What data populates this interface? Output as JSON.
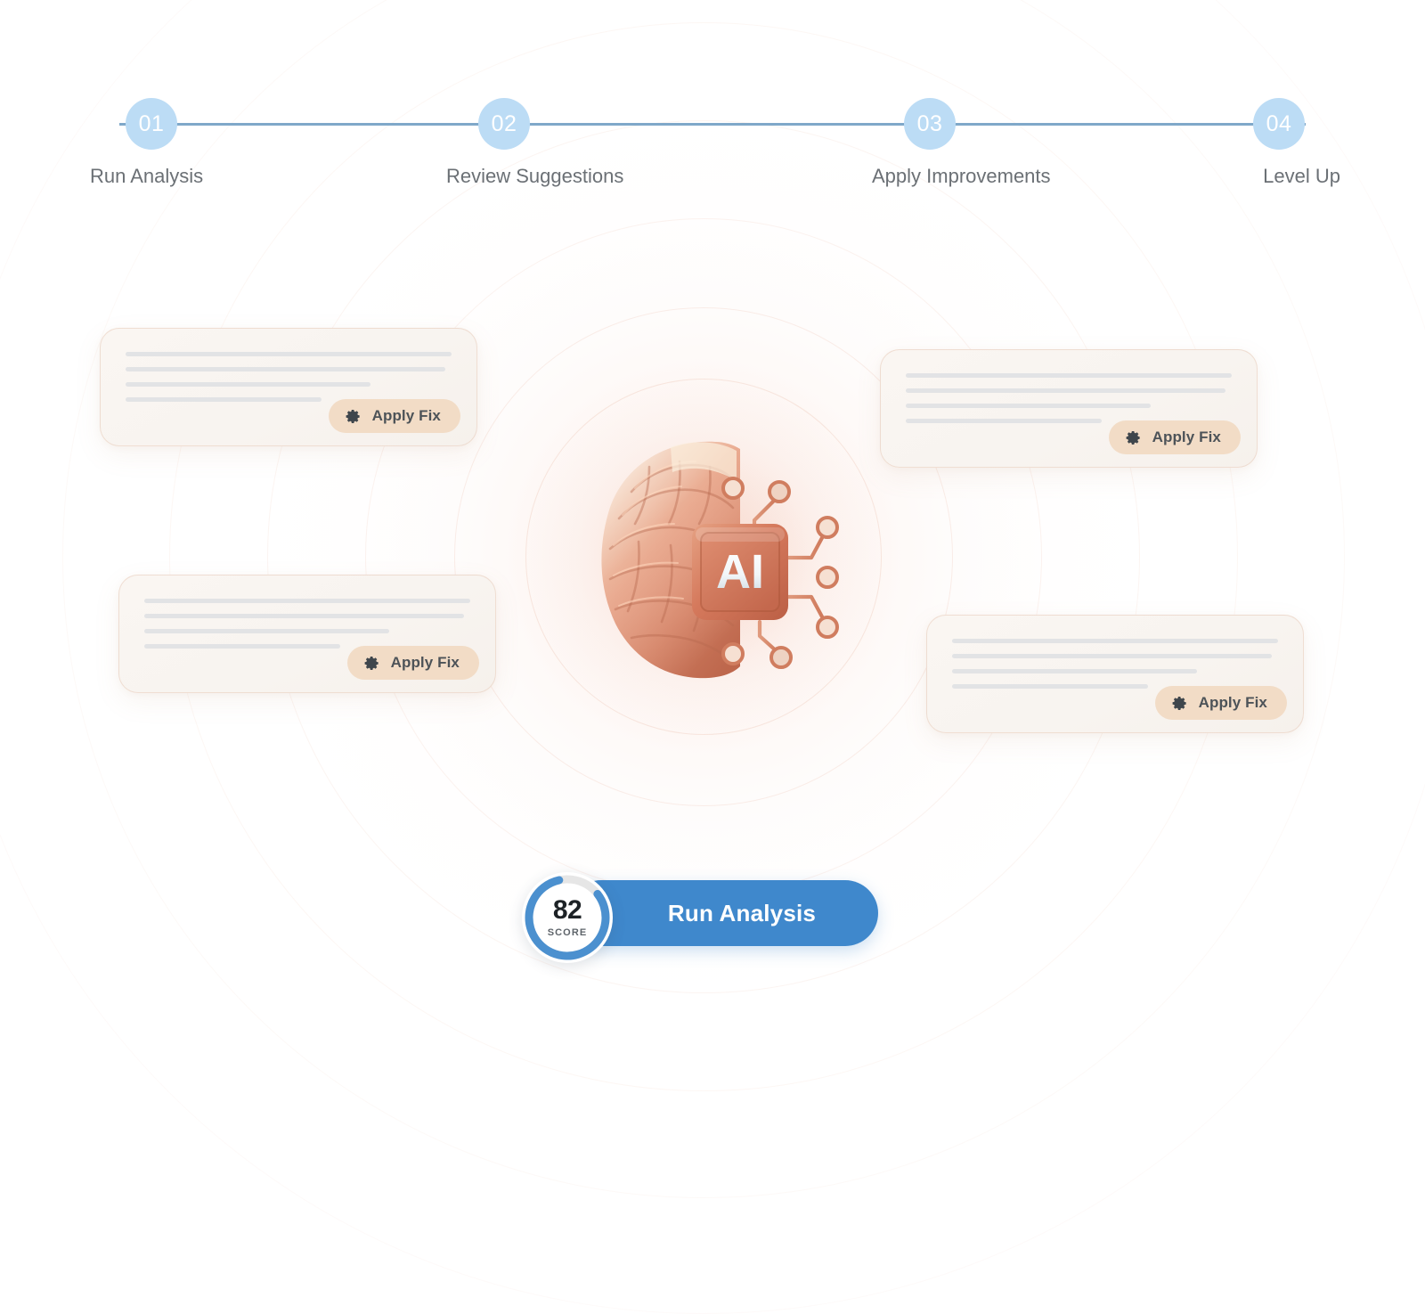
{
  "stepper": {
    "steps": [
      {
        "number": "01",
        "label": "Run Analysis"
      },
      {
        "number": "02",
        "label": "Review Suggestions"
      },
      {
        "number": "03",
        "label": "Apply Improvements"
      },
      {
        "number": "04",
        "label": "Level Up"
      }
    ],
    "line_color": "#7fa8c9",
    "dot_color": "#bcdcf5",
    "label_color": "#6b7075"
  },
  "suggestion_cards": [
    {
      "apply_label": "Apply Fix",
      "icon": "gear-icon"
    },
    {
      "apply_label": "Apply Fix",
      "icon": "gear-icon"
    },
    {
      "apply_label": "Apply Fix",
      "icon": "gear-icon"
    },
    {
      "apply_label": "Apply Fix",
      "icon": "gear-icon"
    }
  ],
  "center_visual": {
    "icon": "ai-brain-chip-icon",
    "chip_label": "AI",
    "accent_color": "#d98a6e"
  },
  "cta": {
    "button_label": "Run Analysis",
    "button_color": "#3f88cc",
    "score": {
      "value": "82",
      "caption": "SCORE",
      "percent": 82,
      "ring_color": "#4b90cf",
      "track_color": "#e6e6e6"
    }
  }
}
